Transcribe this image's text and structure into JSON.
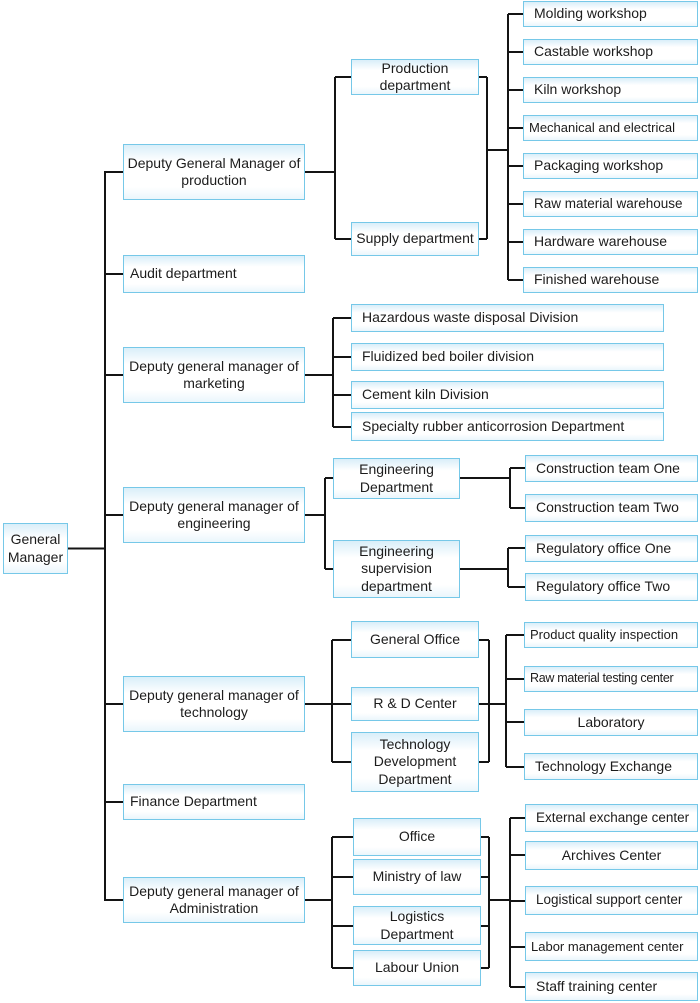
{
  "colors": {
    "box_border": "#76c8e8",
    "connector": "#141414",
    "text": "#1c1c1c"
  },
  "root": {
    "label": "General Manager"
  },
  "branches": [
    {
      "label": "Deputy General Manager of production",
      "departments": [
        {
          "label": "Production department"
        },
        {
          "label": "Supply department"
        }
      ],
      "shared_units": [
        {
          "label": "Molding workshop"
        },
        {
          "label": "Castable workshop"
        },
        {
          "label": "Kiln workshop"
        },
        {
          "label": "Mechanical and electrical"
        },
        {
          "label": "Packaging workshop"
        },
        {
          "label": "Raw material warehouse"
        },
        {
          "label": "Hardware warehouse"
        },
        {
          "label": "Finished warehouse"
        }
      ]
    },
    {
      "label": "Audit department"
    },
    {
      "label": "Deputy general manager of marketing",
      "departments": [
        {
          "label": "Hazardous waste disposal Division"
        },
        {
          "label": "Fluidized bed boiler division"
        },
        {
          "label": "Cement kiln Division"
        },
        {
          "label": "Specialty rubber anticorrosion Department"
        }
      ]
    },
    {
      "label": "Deputy general manager of engineering",
      "departments": [
        {
          "label": "Engineering Department",
          "units": [
            {
              "label": "Construction team One"
            },
            {
              "label": "Construction team Two"
            }
          ]
        },
        {
          "label": "Engineering supervision department",
          "units": [
            {
              "label": "Regulatory office One"
            },
            {
              "label": "Regulatory office Two"
            }
          ]
        }
      ]
    },
    {
      "label": "Deputy general manager of technology",
      "departments": [
        {
          "label": "General Office"
        },
        {
          "label": "R & D Center"
        },
        {
          "label": "Technology Development Department"
        }
      ],
      "shared_units": [
        {
          "label": "Product quality inspection"
        },
        {
          "label": "Raw material testing center"
        },
        {
          "label": "Laboratory"
        },
        {
          "label": "Technology Exchange"
        }
      ]
    },
    {
      "label": "Finance Department"
    },
    {
      "label": "Deputy general manager of Administration",
      "departments": [
        {
          "label": "Office"
        },
        {
          "label": "Ministry of law"
        },
        {
          "label": "Logistics Department"
        },
        {
          "label": "Labour Union"
        }
      ],
      "shared_units": [
        {
          "label": "External exchange center"
        },
        {
          "label": "Archives Center"
        },
        {
          "label": "Logistical support center"
        },
        {
          "label": "Labor management center"
        },
        {
          "label": "Staff training center"
        }
      ]
    }
  ]
}
